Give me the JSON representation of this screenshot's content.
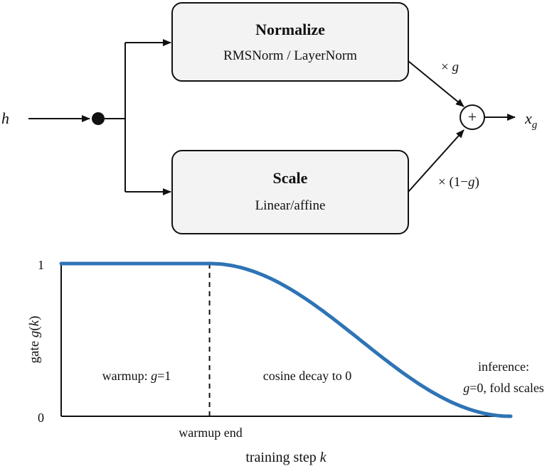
{
  "diagram": {
    "input_label": "h",
    "output_label_base": "x",
    "output_label_sub": "g",
    "sum_symbol": "+",
    "top_block": {
      "title": "Normalize",
      "subtitle": "RMSNorm / LayerNorm"
    },
    "bottom_block": {
      "title": "Scale",
      "subtitle": "Linear/affine"
    },
    "top_weight": {
      "prefix": "× ",
      "var": "g"
    },
    "bottom_weight": {
      "prefix": "× (1−",
      "var": "g",
      "suffix": ")"
    }
  },
  "chart_data": {
    "type": "line",
    "ylabel_prefix": "gate ",
    "ylabel_var": "g",
    "ylabel_mid": "(",
    "ylabel_arg": "k",
    "ylabel_suffix": ")",
    "xlabel_prefix": "training step ",
    "xlabel_var": "k",
    "yticks": [
      "0",
      "1"
    ],
    "ylim": [
      0,
      1
    ],
    "warmup_end_fraction": 0.33,
    "series": [
      {
        "shape": "constant 1 during warmup, then cosine decay to 0",
        "x_fraction": [
          0.0,
          0.33,
          0.4,
          0.5,
          0.6,
          0.7,
          0.8,
          0.9,
          1.0
        ],
        "values": [
          1.0,
          1.0,
          0.97,
          0.85,
          0.67,
          0.47,
          0.28,
          0.12,
          0.0
        ]
      }
    ],
    "marker_label": "warmup end",
    "annotations": {
      "warmup_prefix": "warmup: ",
      "warmup_var": "g",
      "warmup_suffix": "=1",
      "decay": "cosine decay to 0",
      "inference_line1": "inference:",
      "inference_var": "g",
      "inference_line2_suffix": "=0, fold scales"
    },
    "colors": {
      "curve": "#2e74b5",
      "box_fill": "#f3f3f3",
      "stroke": "#111111"
    }
  }
}
